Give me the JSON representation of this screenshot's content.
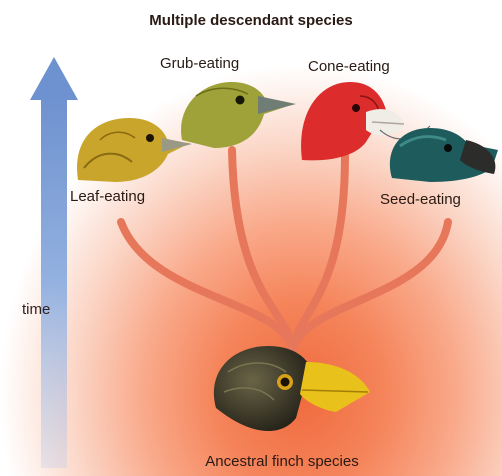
{
  "title": "Multiple descendant species",
  "species": {
    "leaf": "Leaf-eating",
    "grub": "Grub-eating",
    "cone": "Cone-eating",
    "seed": "Seed-eating"
  },
  "ancestor": "Ancestral finch species",
  "axis_label": "time",
  "colors": {
    "background_glow": "#f06a3e",
    "branch": "#e7775a",
    "time_arrow": "#7f9fd4",
    "leaf_finch": "#c9a62b",
    "grub_finch": "#9ea238",
    "cone_finch": "#dc2c2c",
    "seed_finch": "#1e5b5d",
    "ancestral_finch": "#3a3628",
    "beak_yellow": "#e8c21a"
  },
  "icons": [
    "leaf-eating-finch-icon",
    "grub-eating-finch-icon",
    "cone-eating-finch-icon",
    "seed-eating-finch-icon",
    "ancestral-finch-icon",
    "time-arrow-icon"
  ]
}
